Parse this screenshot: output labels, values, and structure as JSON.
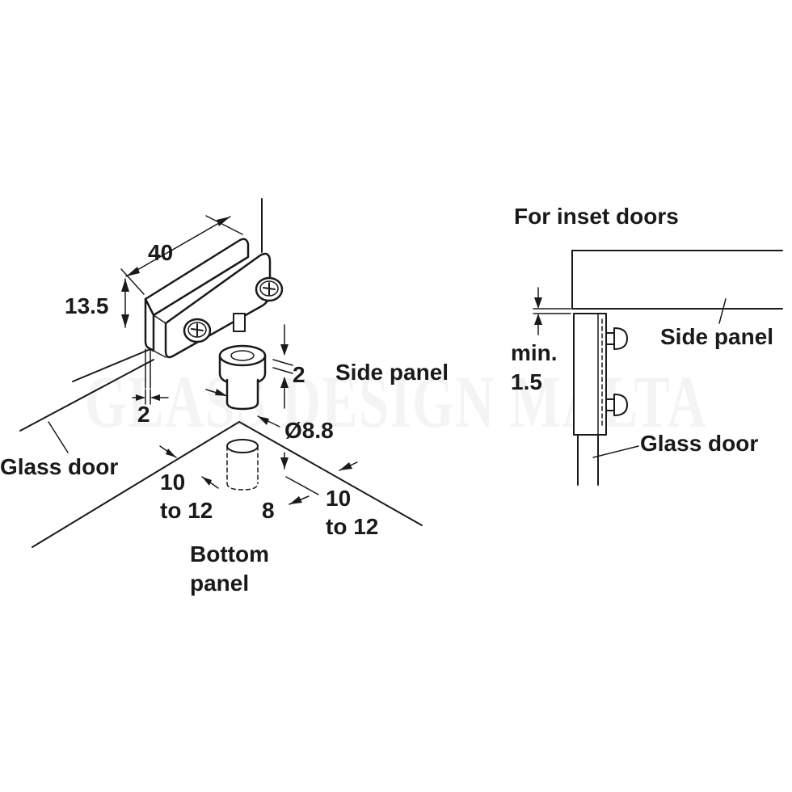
{
  "watermark": "GLASS DESIGN MALTA",
  "main_view": {
    "dim_width": "40",
    "dim_height": "13.5",
    "dim_gap": "2",
    "dim_bush": "2",
    "dim_diameter": "Ø8.8",
    "dim_depth": "8",
    "dim_left_offset_1": "10",
    "dim_left_offset_2": "to 12",
    "dim_right_offset_1": "10",
    "dim_right_offset_2": "to 12",
    "label_side_panel": "Side panel",
    "label_glass_door": "Glass door",
    "label_bottom_panel_1": "Bottom",
    "label_bottom_panel_2": "panel"
  },
  "inset_view": {
    "title": "For inset doors",
    "label_side_panel": "Side panel",
    "label_glass_door": "Glass door",
    "dim_min_1": "min.",
    "dim_min_2": "1.5"
  }
}
